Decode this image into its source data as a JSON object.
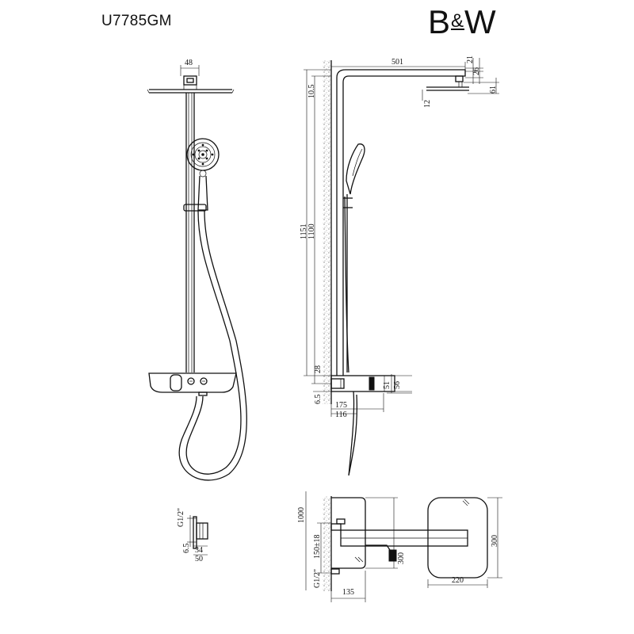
{
  "header": {
    "model": "U7785GM",
    "brand_left": "B",
    "brand_amp": "&",
    "brand_right": "W"
  },
  "dimensions": {
    "front_top_width": "48",
    "head_arm_length": "501",
    "head_offset_a": "21",
    "head_offset_b": "26",
    "head_drop": "61",
    "head_thickness": "12",
    "arm_height": "10.5",
    "total_height": "1151",
    "bar_height": "1100",
    "shelf_clearance": "28",
    "shelf_inner_height": "51",
    "shelf_outer_height": "56",
    "shelf_offset": "6.5",
    "shelf_depth_outer": "175",
    "shelf_depth_inner": "116",
    "connector_thread": "G1/2\"",
    "connector_offset": "6.5",
    "connector_depth_inner": "34",
    "connector_depth_outer": "50",
    "install_height": "1000",
    "inlet_spacing": "150±18",
    "body_height": "300",
    "rough_thread": "G1/2\"",
    "rough_depth": "135",
    "head_width": "220",
    "head_height": "300"
  }
}
